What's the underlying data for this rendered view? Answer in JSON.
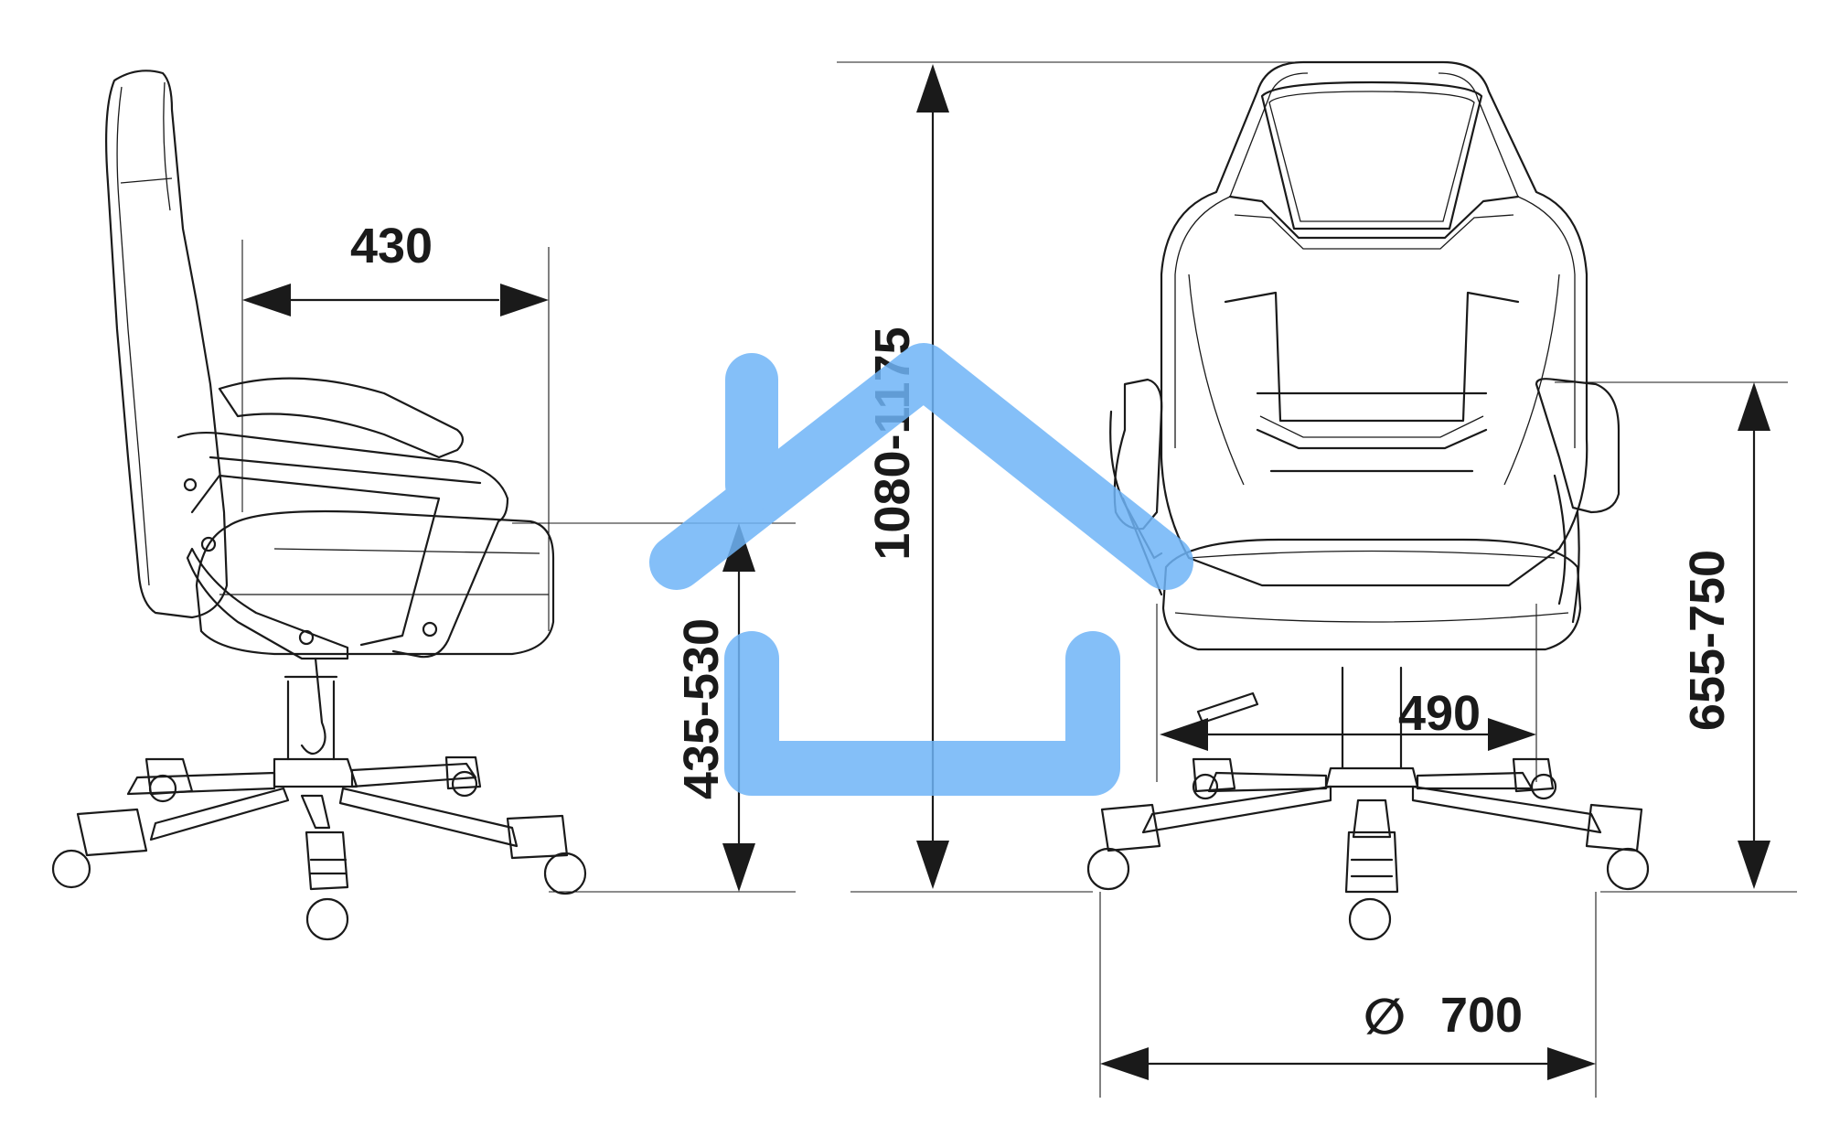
{
  "dimensions": {
    "seat_depth": "430",
    "total_height": "1080-1175",
    "seat_height": "435-530",
    "armrest_height": "655-750",
    "seat_width": "490",
    "base_diameter": "700"
  },
  "diameter_symbol": "∅",
  "watermark": {
    "icon": "house-icon",
    "color": "#6fb4f7"
  },
  "colors": {
    "line": "#1a1a1a",
    "background": "#ffffff"
  }
}
